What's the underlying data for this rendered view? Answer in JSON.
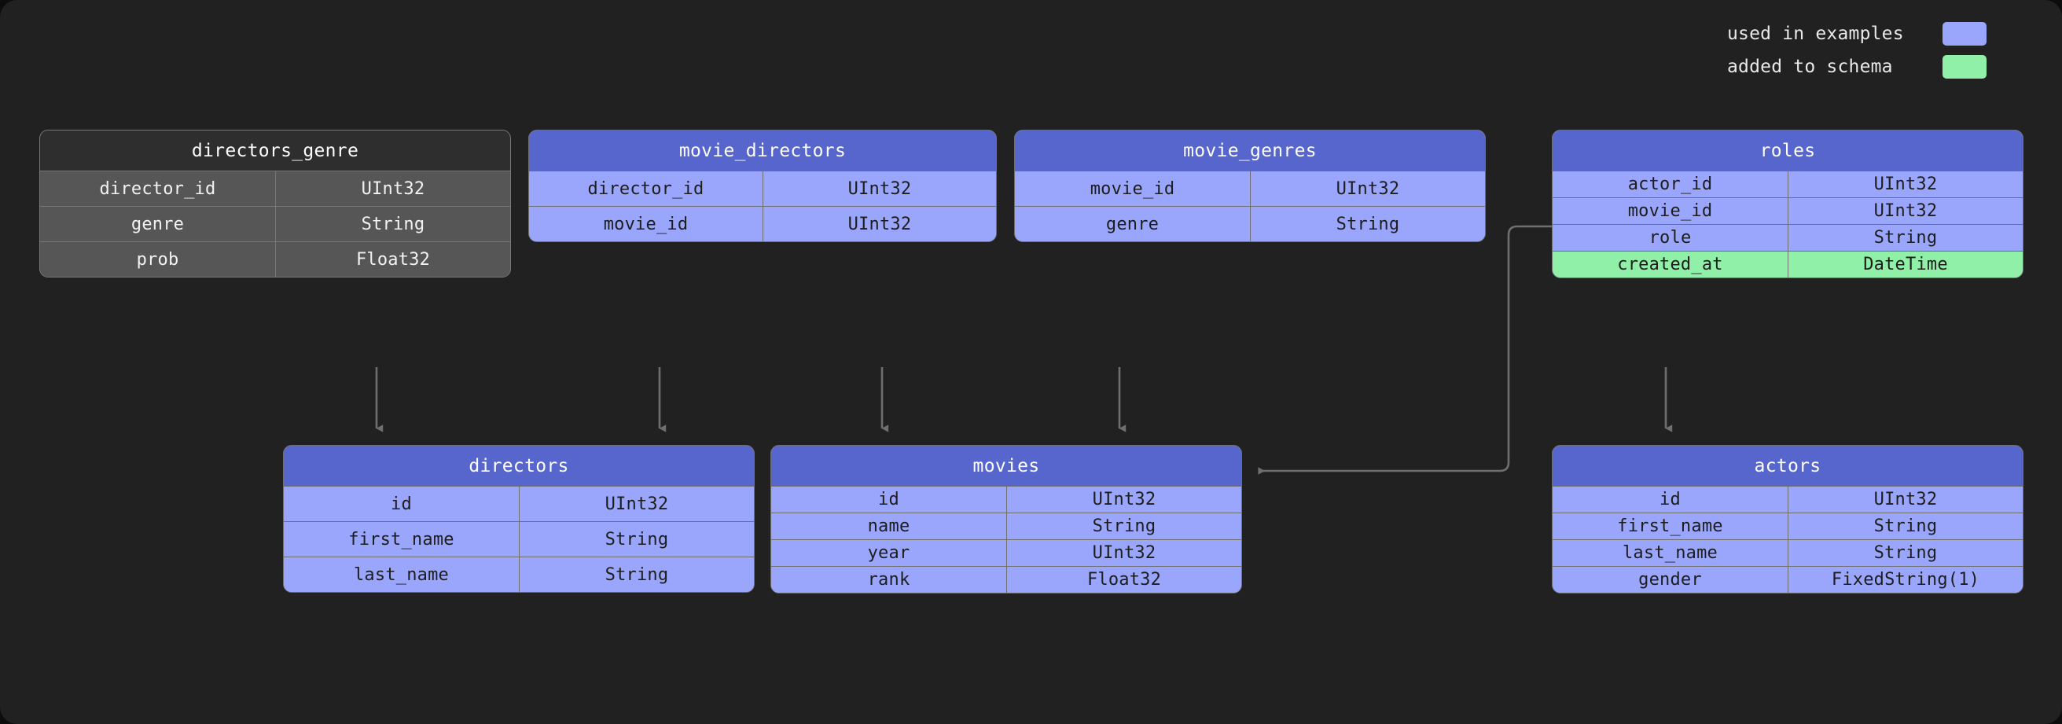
{
  "legend": {
    "items": [
      {
        "swatch_color": "#99a6fc",
        "label": "used in examples",
        "name": "used-in-examples"
      },
      {
        "swatch_color": "#90f0a8",
        "label": "added to schema",
        "name": "added-to-schema"
      }
    ]
  },
  "colors": {
    "background": "#0d0d0d",
    "canvas": "#212121",
    "header_blue": "#5766cc",
    "body_blue": "#9aa6fb",
    "added_green": "#90f0a8",
    "dark_header": "#2e2e2e",
    "dark_body": "#565656",
    "edge": "#6f6f6f"
  },
  "tables": [
    {
      "id": "directors_genre",
      "title": "directors_genre",
      "style": "dark",
      "rows": [
        {
          "name": "director_id",
          "type": "UInt32",
          "state": "normal"
        },
        {
          "name": "genre",
          "type": "String",
          "state": "normal"
        },
        {
          "name": "prob",
          "type": "Float32",
          "state": "normal"
        }
      ]
    },
    {
      "id": "movie_directors",
      "title": "movie_directors",
      "style": "blue",
      "rows": [
        {
          "name": "director_id",
          "type": "UInt32",
          "state": "normal"
        },
        {
          "name": "movie_id",
          "type": "UInt32",
          "state": "normal"
        }
      ]
    },
    {
      "id": "movie_genres",
      "title": "movie_genres",
      "style": "blue",
      "rows": [
        {
          "name": "movie_id",
          "type": "UInt32",
          "state": "normal"
        },
        {
          "name": "genre",
          "type": "String",
          "state": "normal"
        }
      ]
    },
    {
      "id": "roles",
      "title": "roles",
      "style": "blue",
      "rows": [
        {
          "name": "actor_id",
          "type": "UInt32",
          "state": "normal"
        },
        {
          "name": "movie_id",
          "type": "UInt32",
          "state": "normal"
        },
        {
          "name": "role",
          "type": "String",
          "state": "normal"
        },
        {
          "name": "created_at",
          "type": "DateTime",
          "state": "added"
        }
      ]
    },
    {
      "id": "directors",
      "title": "directors",
      "style": "blue",
      "rows": [
        {
          "name": "id",
          "type": "UInt32",
          "state": "normal"
        },
        {
          "name": "first_name",
          "type": "String",
          "state": "normal"
        },
        {
          "name": "last_name",
          "type": "String",
          "state": "normal"
        }
      ]
    },
    {
      "id": "movies",
      "title": "movies",
      "style": "blue",
      "rows": [
        {
          "name": "id",
          "type": "UInt32",
          "state": "normal"
        },
        {
          "name": "name",
          "type": "String",
          "state": "normal"
        },
        {
          "name": "year",
          "type": "UInt32",
          "state": "normal"
        },
        {
          "name": "rank",
          "type": "Float32",
          "state": "normal"
        }
      ]
    },
    {
      "id": "actors",
      "title": "actors",
      "style": "blue",
      "rows": [
        {
          "name": "id",
          "type": "UInt32",
          "state": "normal"
        },
        {
          "name": "first_name",
          "type": "String",
          "state": "normal"
        },
        {
          "name": "last_name",
          "type": "String",
          "state": "normal"
        },
        {
          "name": "gender",
          "type": "FixedString(1)",
          "state": "normal"
        }
      ]
    }
  ],
  "edges": [
    {
      "from": "directors_genre",
      "to": "directors"
    },
    {
      "from": "movie_directors",
      "to": "directors"
    },
    {
      "from": "movie_directors",
      "to": "movies"
    },
    {
      "from": "movie_genres",
      "to": "movies"
    },
    {
      "from": "roles",
      "to": "movies"
    },
    {
      "from": "roles",
      "to": "actors"
    }
  ]
}
